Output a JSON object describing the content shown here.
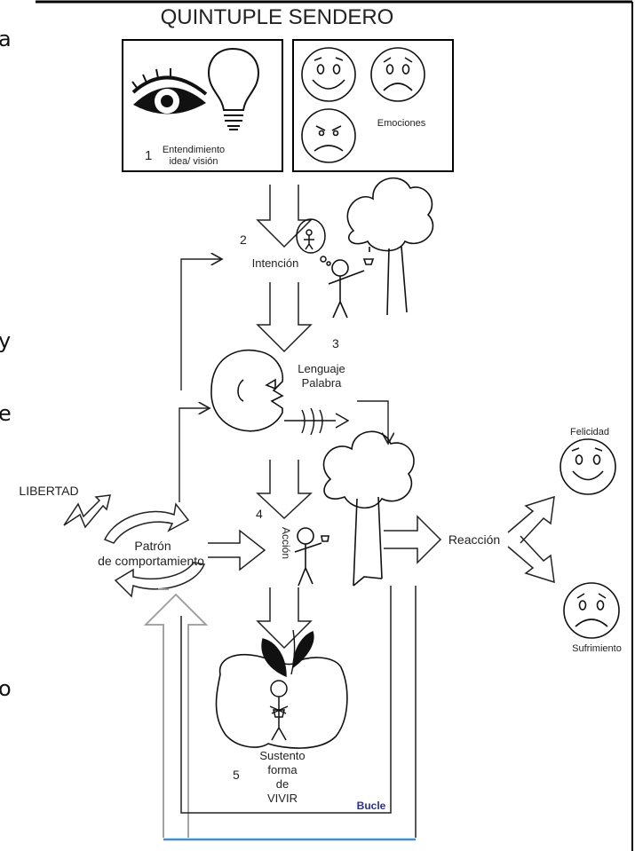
{
  "title": "QUINTUPLE SENDERO",
  "stages": {
    "one": {
      "number": "1",
      "line1": "Entendimiento",
      "line2": "idea/ visión"
    },
    "emotions": {
      "label": "Emociones"
    },
    "two": {
      "number": "2",
      "label": "Intención"
    },
    "three": {
      "number": "3",
      "line1": "Lenguaje",
      "line2": "Palabra"
    },
    "four": {
      "number": "4",
      "label": "Acción"
    },
    "five": {
      "number": "5",
      "line1": "Sustento",
      "line2": "forma",
      "line3": "de",
      "line4": "VIVIR"
    }
  },
  "libertad": "LIBERTAD",
  "patron": {
    "line1": "Patrón",
    "line2": "de comportamiento"
  },
  "reaccion": "Reacción",
  "felicidad": "Felicidad",
  "sufrimiento": "Sufrimiento",
  "bucle": "Bucle",
  "edge_letters": [
    "a",
    "y",
    "e",
    "o"
  ],
  "colors": {
    "bucle_text": "#2b2f8f",
    "bucle_line": "#3f8fd6",
    "up_arrow": "#9a9a9a"
  }
}
